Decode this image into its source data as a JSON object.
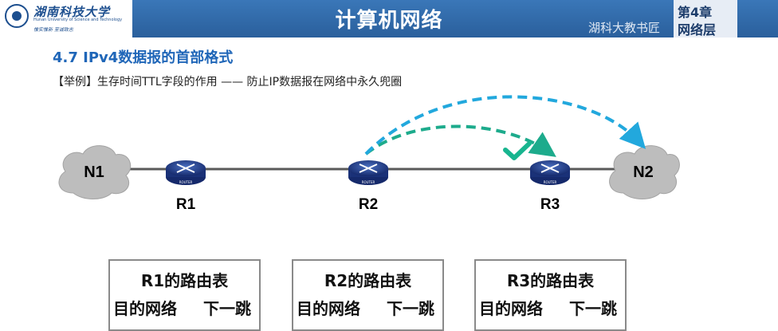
{
  "header": {
    "logo_cn": "湖南科技大学",
    "logo_en": "Hunan University of Science and Technology",
    "logo_motto": "惟实惟新    至诚致志",
    "course_title": "计算机网络",
    "chapter_line1": "第4章",
    "chapter_line2": "网络层",
    "watermark": "湖科大教书匠"
  },
  "slide": {
    "section_title": "4.7 IPv4数据报的首部格式",
    "example": "【举例】生存时间TTL字段的作用 —— 防止IP数据报在网络中永久兜圈"
  },
  "diagram": {
    "networks": [
      "N1",
      "N2"
    ],
    "routers": [
      "R1",
      "R2",
      "R3"
    ],
    "router_badge": "ROUTER",
    "colors": {
      "link": "#5a5a5a",
      "cloud": "#bdbdbd",
      "router": "#1f3a8a",
      "arrow_teal": "#1dab8c",
      "arrow_blue": "#22a8dd",
      "check": "#18b58f"
    }
  },
  "tables": [
    {
      "title": "R1的路由表",
      "col1": "目的网络",
      "col2": "下一跳"
    },
    {
      "title": "R2的路由表",
      "col1": "目的网络",
      "col2": "下一跳"
    },
    {
      "title": "R3的路由表",
      "col1": "目的网络",
      "col2": "下一跳"
    }
  ]
}
